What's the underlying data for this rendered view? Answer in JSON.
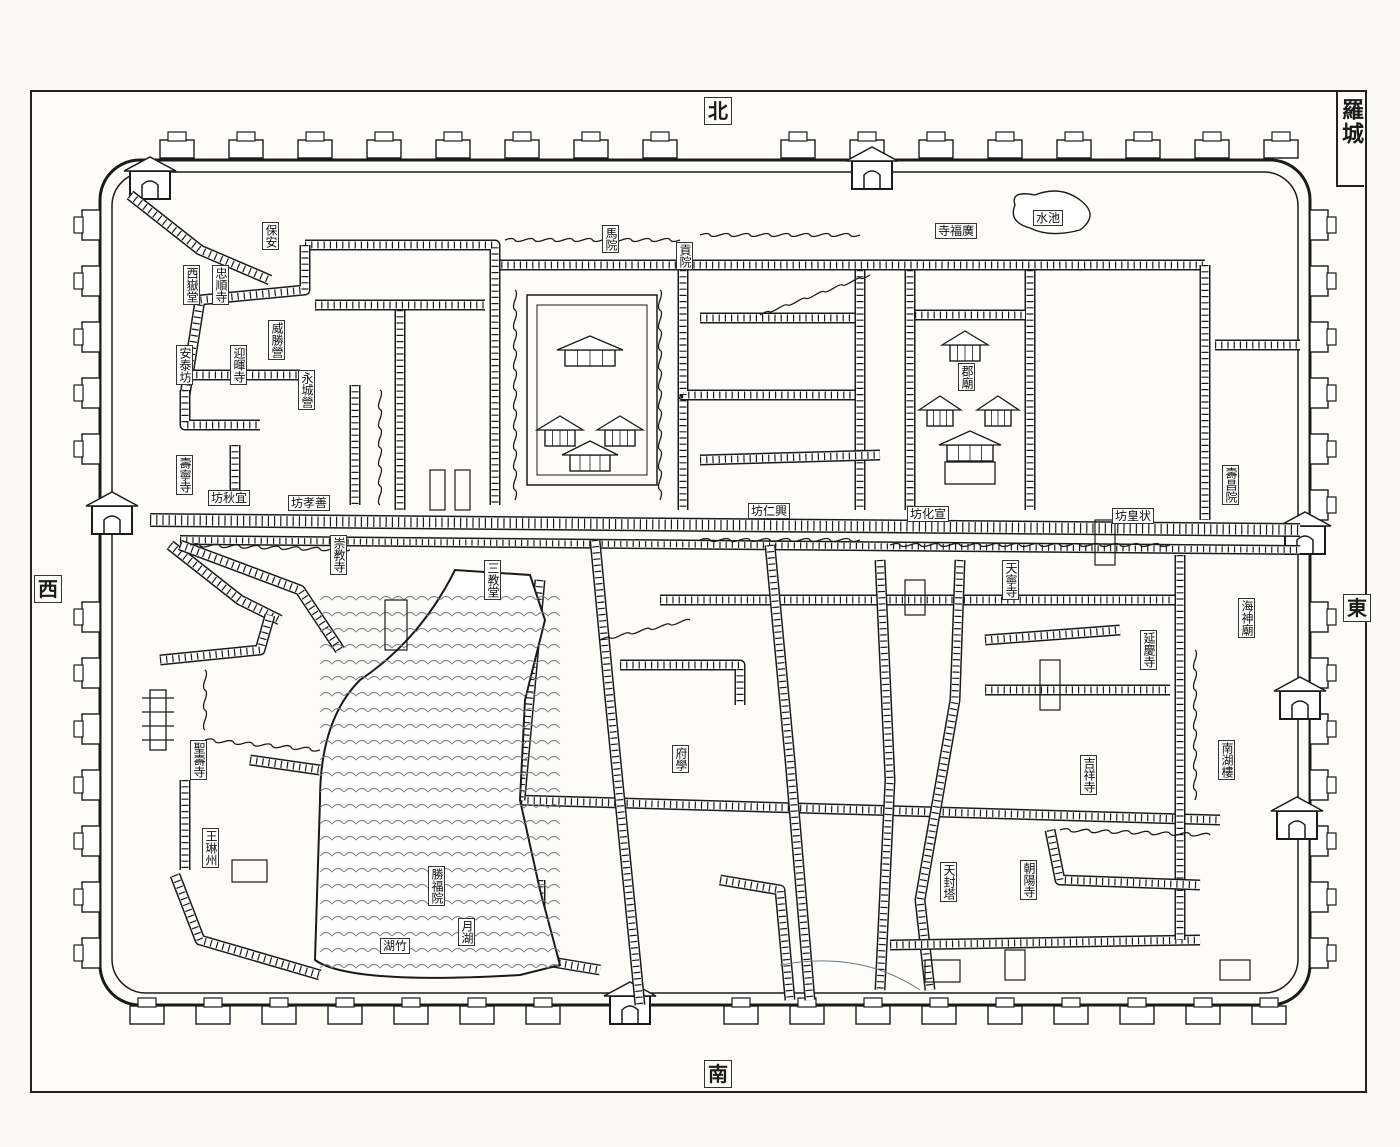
{
  "title": "羅城",
  "directions": {
    "north": "北",
    "south": "南",
    "east": "東",
    "west": "西"
  },
  "colors": {
    "ink": "#1b1b1b",
    "paper": "#fdfcf8",
    "water": "#6a7c8a"
  },
  "labels_vertical": [
    {
      "id": "l1",
      "text": "保安",
      "k": "a"
    },
    {
      "id": "l2",
      "text": "西嶽堂",
      "k": "b"
    },
    {
      "id": "l3",
      "text": "忠順寺",
      "k": "c"
    },
    {
      "id": "l4",
      "text": "威勝營",
      "k": "d"
    },
    {
      "id": "l5",
      "text": "安泰坊",
      "k": "e"
    },
    {
      "id": "l6",
      "text": "迎暉寺",
      "k": "f"
    },
    {
      "id": "l7",
      "text": "永城營",
      "k": "g"
    },
    {
      "id": "l8",
      "text": "壽寧寺",
      "k": "h"
    },
    {
      "id": "l9",
      "text": "馬院",
      "k": "i"
    },
    {
      "id": "l10",
      "text": "貢院",
      "k": "j"
    },
    {
      "id": "l11",
      "text": "三教堂",
      "k": "k"
    },
    {
      "id": "l12",
      "text": "聖壽寺",
      "k": "l"
    },
    {
      "id": "l13",
      "text": "王琳州",
      "k": "m"
    },
    {
      "id": "l14",
      "text": "吉祥寺",
      "k": "n"
    },
    {
      "id": "l15",
      "text": "海神廟",
      "k": "o"
    },
    {
      "id": "l16",
      "text": "南湖樓",
      "k": "p"
    },
    {
      "id": "l17",
      "text": "月湖",
      "k": "q"
    },
    {
      "id": "l18",
      "text": "府學",
      "k": "r"
    },
    {
      "id": "l19",
      "text": "崇教寺",
      "k": "s"
    },
    {
      "id": "l20",
      "text": "勝福院",
      "k": "t"
    },
    {
      "id": "l21",
      "text": "延慶寺",
      "k": "u"
    },
    {
      "id": "l22",
      "text": "天寧寺",
      "k": "v"
    },
    {
      "id": "l23",
      "text": "天封塔",
      "k": "w"
    },
    {
      "id": "l24",
      "text": "朝陽寺",
      "k": "x"
    },
    {
      "id": "l25",
      "text": "壽昌院",
      "k": "y"
    },
    {
      "id": "l26",
      "text": "郡廟",
      "k": "z"
    }
  ],
  "labels_horizontal": [
    {
      "id": "h1",
      "text": "坊秋宜",
      "k": "a"
    },
    {
      "id": "h2",
      "text": "坊孝善",
      "k": "b"
    },
    {
      "id": "h3",
      "text": "坊化宣",
      "k": "c"
    },
    {
      "id": "h4",
      "text": "坊皇状",
      "k": "d"
    },
    {
      "id": "h5",
      "text": "湖竹",
      "k": "e"
    },
    {
      "id": "h6",
      "text": "寺福廣",
      "k": "f"
    },
    {
      "id": "h7",
      "text": "水池",
      "k": "g"
    },
    {
      "id": "h8",
      "text": "坊仁興",
      "k": "h"
    }
  ]
}
